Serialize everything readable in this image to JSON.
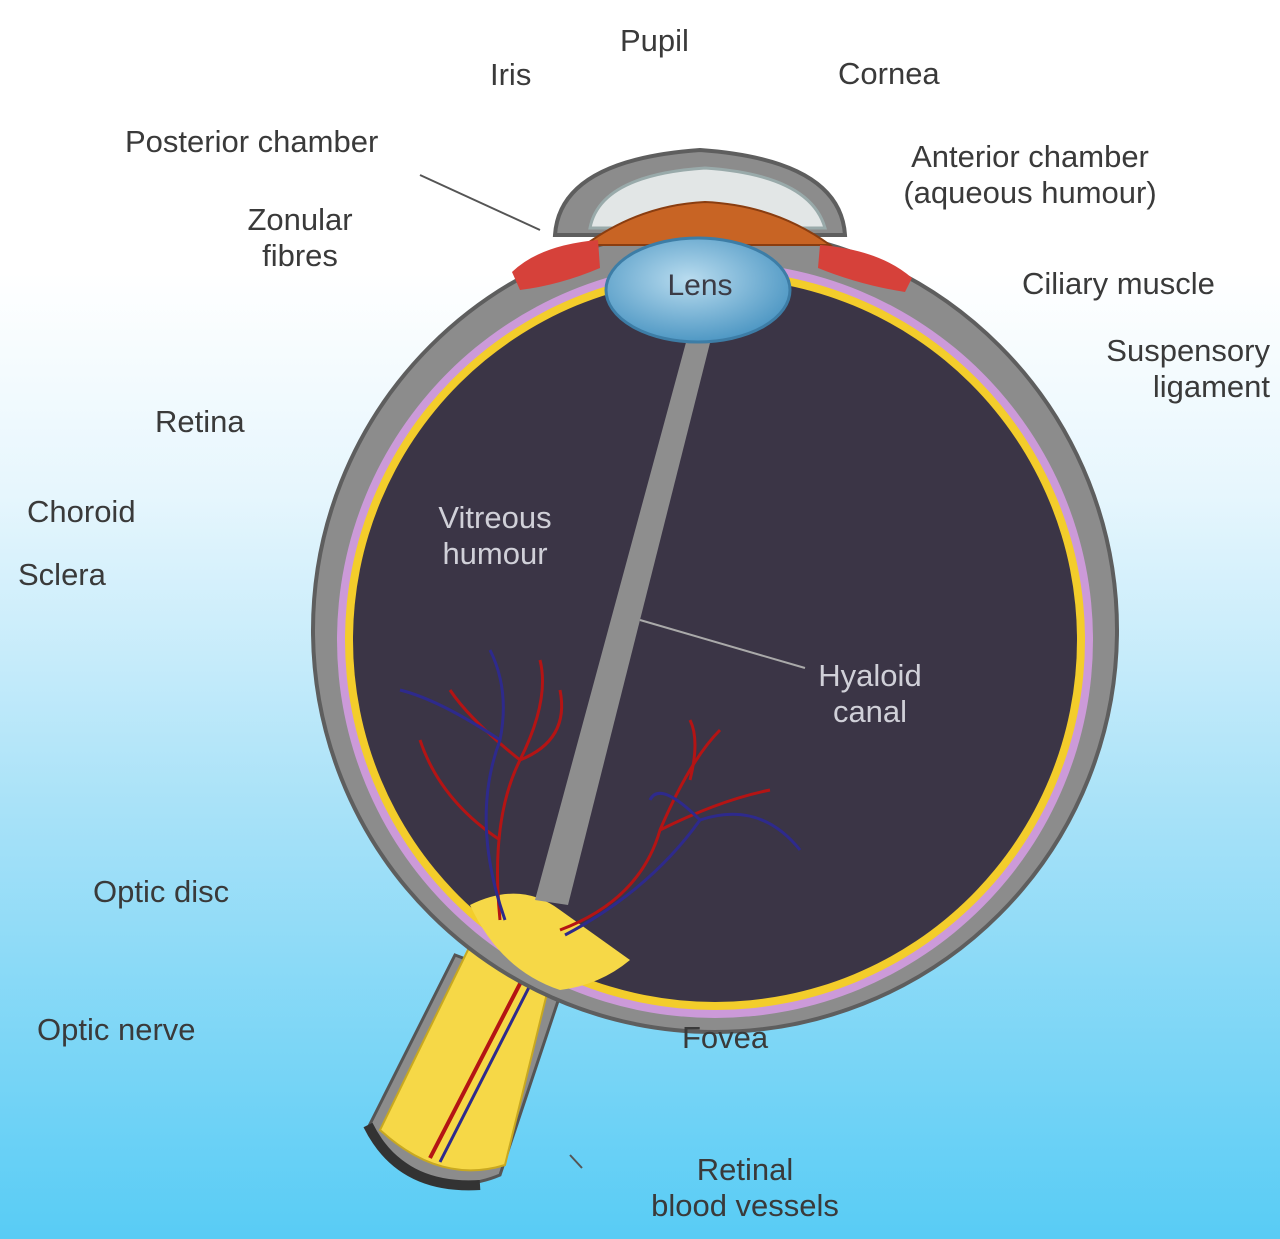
{
  "labels": {
    "pupil": "Pupil",
    "iris": "Iris",
    "cornea": "Cornea",
    "posterior_chamber": "Posterior chamber",
    "anterior_chamber_line1": "Anterior chamber",
    "anterior_chamber_line2": "(aqueous humour)",
    "zonular_fibres_line1": "Zonular",
    "zonular_fibres_line2": "fibres",
    "ciliary_muscle": "Ciliary muscle",
    "suspensory_ligament_line1": "Suspensory",
    "suspensory_ligament_line2": "ligament",
    "retina": "Retina",
    "choroid": "Choroid",
    "sclera": "Sclera",
    "lens": "Lens",
    "vitreous_line1": "Vitreous",
    "vitreous_line2": "humour",
    "hyaloid_line1": "Hyaloid",
    "hyaloid_line2": "canal",
    "optic_disc": "Optic disc",
    "optic_nerve": "Optic nerve",
    "fovea": "Fovea",
    "retinal_vessels_line1": "Retinal",
    "retinal_vessels_line2": "blood vessels"
  },
  "colors": {
    "sclera": "#8c8c8c",
    "sclera_edge": "#5e5e5e",
    "choroid": "#cc9ad9",
    "retina": "#f3cd2b",
    "vitreous": "#3b3546",
    "lens": "#5fa8d0",
    "cornea": "#e2e6e6",
    "iris": "#c86424",
    "ciliary": "#d6413a",
    "optic_nerve": "#f6d847",
    "artery": "#b41414",
    "vein": "#2e2a8c"
  }
}
